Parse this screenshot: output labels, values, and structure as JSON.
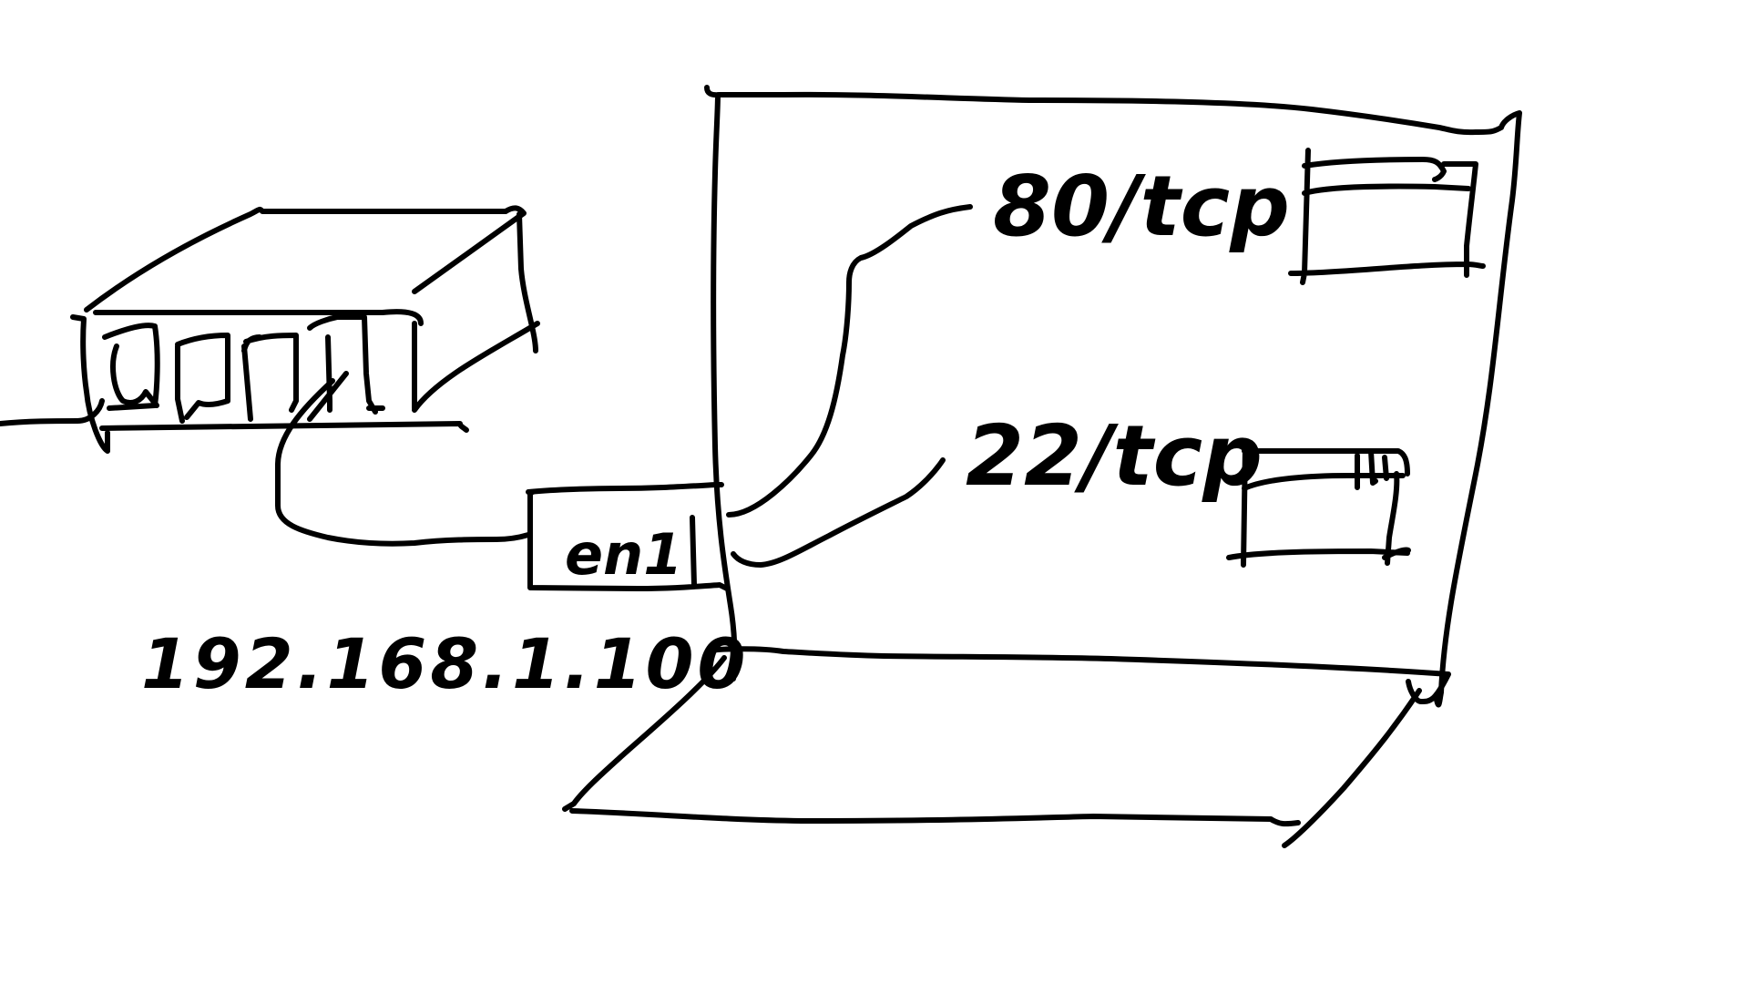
{
  "labels": {
    "port_http": "80/tcp",
    "port_ssh": "22/tcp",
    "interface": "en1",
    "ip_address": "192.168.1.100"
  },
  "colors": {
    "ink": "#000000",
    "background": "#ffffff"
  }
}
